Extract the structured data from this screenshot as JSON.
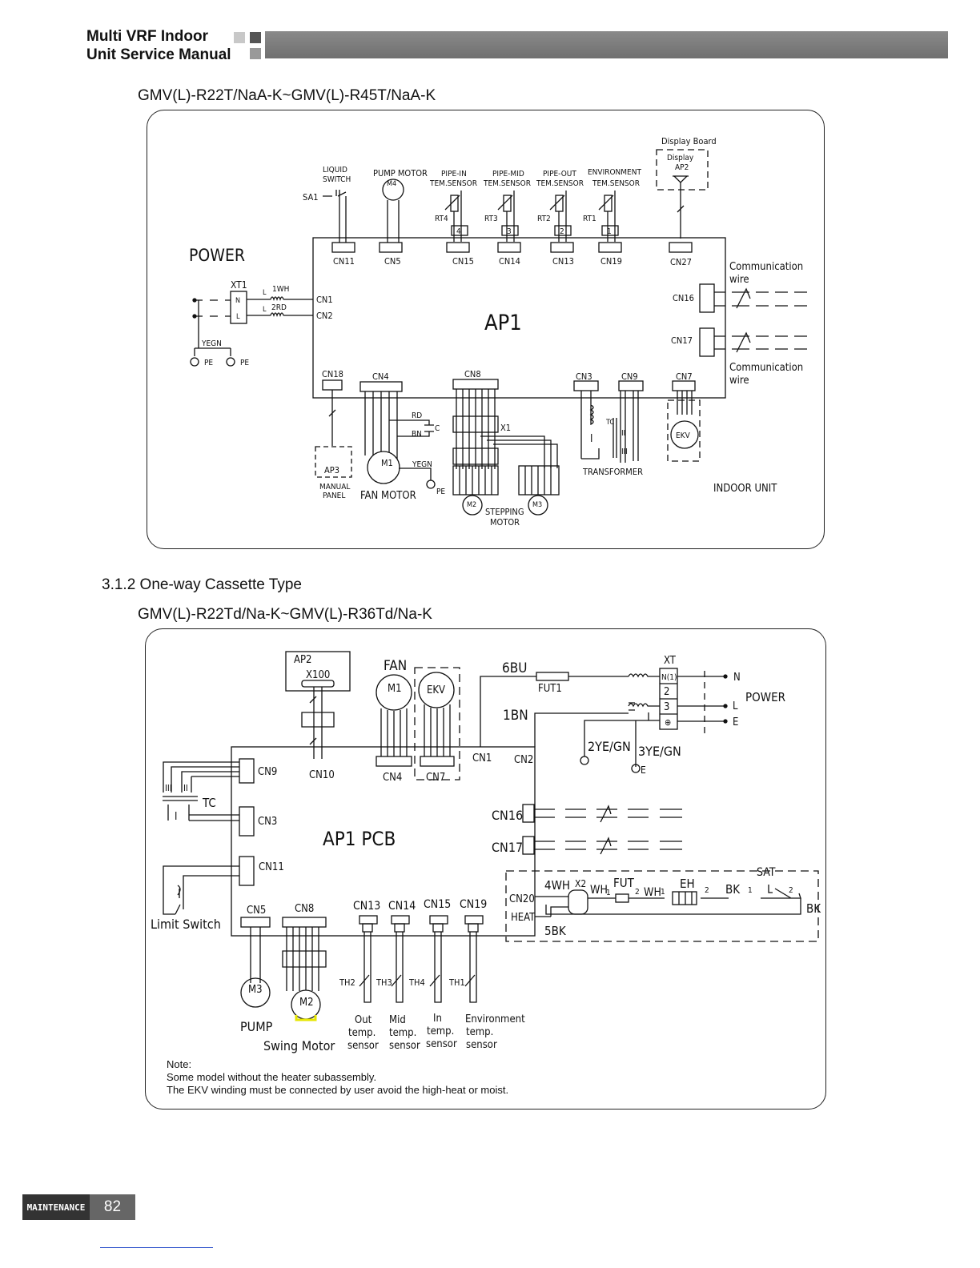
{
  "header": {
    "line1": "Multi VRF Indoor",
    "line2": "Unit Service Manual"
  },
  "diagram1": {
    "caption": "GMV(L)-R22T/NaA-K~GMV(L)-R45T/NaA-K",
    "labels": {
      "display_board": "Display  Board",
      "display": "Display",
      "ap2": "AP2",
      "liquid_switch_1": "LIQUID",
      "liquid_switch_2": "SWITCH",
      "sa1": "SA1",
      "pump_motor": "PUMP  MOTOR",
      "m4": "M4",
      "pipe_in_1": "PIPE-IN",
      "pipe_in_2": "TEM.SENSOR",
      "pipe_mid_1": "PIPE-MID",
      "pipe_mid_2": "TEM.SENSOR",
      "pipe_out_1": "PIPE-OUT",
      "pipe_out_2": "TEM.SENSOR",
      "env_1": "ENVIRONMENT",
      "env_2": "TEM.SENSOR",
      "rt4": "RT4",
      "rt3": "RT3",
      "rt2": "RT2",
      "rt1": "RT1",
      "n4": "4",
      "n3": "3",
      "n2": "2",
      "n1": "1",
      "cn11": "CN11",
      "cn5": "CN5",
      "cn15": "CN15",
      "cn14": "CN14",
      "cn13": "CN13",
      "cn19": "CN19",
      "cn27": "CN27",
      "power": "POWER",
      "xt1": "XT1",
      "wh1": "1WH",
      "rd2": "2RD",
      "n": "N",
      "l": "L",
      "cn1": "CN1",
      "cn2": "CN2",
      "yegn": "YEGN",
      "pe": "PE",
      "ap1": "AP1",
      "cn16": "CN16",
      "cn17": "CN17",
      "comm_1": "Communication",
      "comm_2": "wire",
      "cn18": "CN18",
      "cn4": "CN4",
      "cn8": "CN8",
      "cn3": "CN3",
      "cn9": "CN9",
      "cn7": "CN7",
      "rd": "RD",
      "bn": "BN",
      "c": "C",
      "x1": "X1",
      "tc": "TC",
      "ap3": "AP3",
      "manual_panel_1": "MANUAL",
      "manual_panel_2": "PANEL",
      "m1": "M1",
      "fan_motor": "FAN  MOTOR",
      "m2": "M2",
      "m3": "M3",
      "stepping_1": "STEPPING",
      "stepping_2": "MOTOR",
      "transformer": "TRANSFORMER",
      "ekv": "EKV",
      "indoor_unit": "INDOOR  UNIT",
      "roman_1": "I",
      "roman_2": "II",
      "roman_3": "III"
    }
  },
  "section_heading": "3.1.2 One-way Cassette Type",
  "diagram2": {
    "caption": "GMV(L)-R22Td/Na-K~GMV(L)-R36Td/Na-K",
    "labels": {
      "ap2": "AP2",
      "x100": "X100",
      "fan": "FAN",
      "m1": "M1",
      "ekv": "EKV",
      "bu6": "6BU",
      "fut1": "FUT1",
      "bn1": "1BN",
      "xt": "XT",
      "n1": "N(1)",
      "t2": "2",
      "t3": "3",
      "n": "N",
      "l": "L",
      "e": "E",
      "power": "POWER",
      "ye2": "2YE/GN",
      "ye3": "3YE/GN",
      "e2": "E",
      "cn9": "CN9",
      "cn10": "CN10",
      "cn4": "CN4",
      "cn7": "CN7",
      "cn1": "CN1",
      "cn2": "CN2",
      "tc": "TC",
      "cn3": "CN3",
      "ap1pcb": "AP1  PCB",
      "cn16": "CN16",
      "cn17": "CN17",
      "cn11": "CN11",
      "sat": "SAT",
      "wh4": "4WH",
      "x2": "X2",
      "fut": "FUT",
      "eh": "EH",
      "bk": "BK",
      "wh1": "WH",
      "wh2": "WH",
      "one": "1",
      "two": "2",
      "cn20": "CN20",
      "heat": "HEAT",
      "bk5": "5BK",
      "bk_end": "BK",
      "limit_switch": "Limit  Switch",
      "cn5": "CN5",
      "cn8": "CN8",
      "cn13": "CN13",
      "cn14": "CN14",
      "cn15": "CN15",
      "cn19": "CN19",
      "th2": "TH2",
      "th3": "TH3",
      "th4": "TH4",
      "th1": "TH1",
      "m3": "M3",
      "pump": "PUMP",
      "m2": "M2",
      "swing_motor": "Swing  Motor",
      "out_1": "Out",
      "out_2": "temp.",
      "out_3": "sensor",
      "mid_1": "Mid",
      "mid_2": "temp.",
      "mid_3": "sensor",
      "in_1": "In",
      "in_2": "temp.",
      "in_3": "sensor",
      "env_1": "Environment",
      "env_2": "temp.",
      "env_3": "sensor",
      "roman_1": "I",
      "roman_2": "II",
      "roman_3": "III"
    }
  },
  "note": {
    "title": "Note:",
    "line1": "Some model without the heater subassembly.",
    "line2": "The EKV winding must be connected by user avoid the high-heat or moist."
  },
  "footer": {
    "section": "MAINTENANCE",
    "page": "82"
  }
}
